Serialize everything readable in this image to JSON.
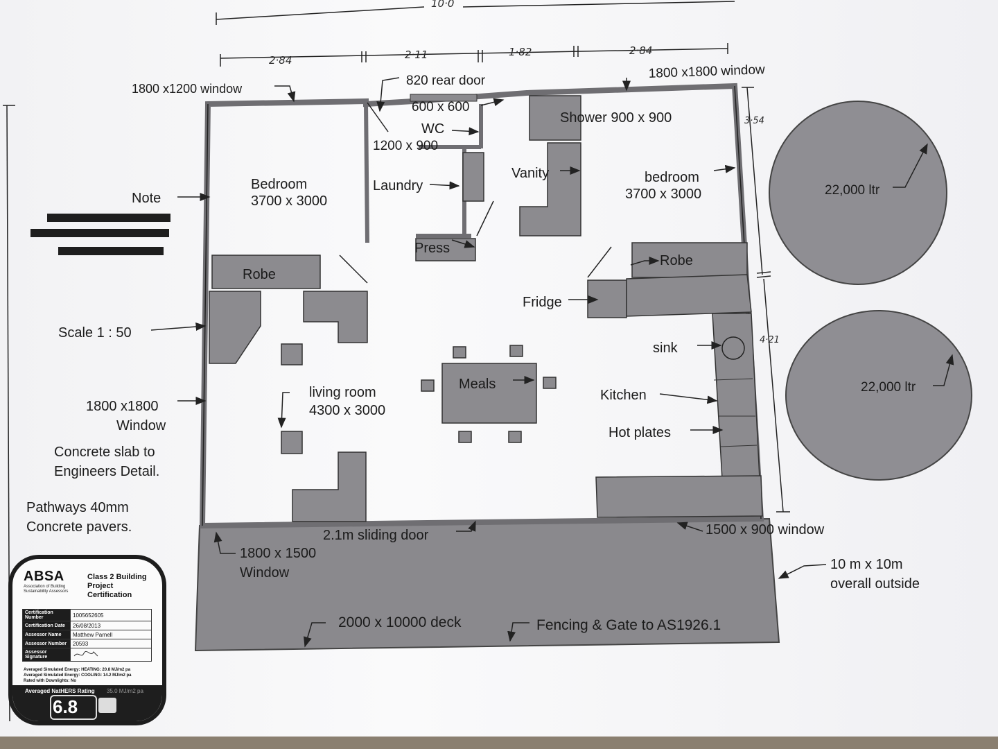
{
  "top_dimension": "10·0",
  "dimensions_top": [
    "2·84",
    "2·11",
    "1·82",
    "2·84"
  ],
  "dimensions_right": [
    "3·54",
    "4·21"
  ],
  "rooms": {
    "bedroom1": {
      "name": "Bedroom",
      "size": "3700 x 3000"
    },
    "bedroom2": {
      "name": "bedroom",
      "size": "3700 x 3000"
    },
    "living": {
      "name": "living room",
      "size": "4300 x 3000"
    },
    "laundry": "Laundry",
    "wc": "WC",
    "vanity": "Vanity",
    "shower": "Shower 900 x 900",
    "press": "Press",
    "robe1": "Robe",
    "robe2": "Robe",
    "fridge": "Fridge",
    "meals": "Meals",
    "sink": "sink",
    "kitchen": "Kitchen",
    "hot_plates": "Hot plates"
  },
  "callouts": {
    "window_top_left": "1800 x1200 window",
    "rear_door": "820 rear door",
    "wc_size": "600 x 600",
    "laundry_door": "1200 x 900",
    "window_top_right": "1800 x1800 window",
    "note": "Note",
    "scale": "Scale 1 : 50",
    "window_left": [
      "1800 x1800",
      "Window"
    ],
    "sliding_door": "2.1m sliding door",
    "window_bottom_left": [
      "1800 x 1500",
      "Window"
    ],
    "window_bottom_right": "1500 x 900 window",
    "deck": "2000 x 10000 deck",
    "fencing": "Fencing & Gate to AS1926.1",
    "overall": [
      "10 m x 10m",
      "overall outside"
    ]
  },
  "notes": {
    "concrete": [
      "Concrete slab to",
      "Engineers Detail."
    ],
    "pathways": [
      "Pathways 40mm",
      "Concrete pavers."
    ]
  },
  "tanks": [
    "22,000 ltr",
    "22,000 ltr"
  ],
  "certificate": {
    "logo": "ABSA",
    "logo_sub": "Association of Building Sustainability Assessors",
    "title": [
      "Class 2 Building",
      "Project",
      "Certification"
    ],
    "rows": [
      {
        "k": "Certification Number",
        "v": "1005652605"
      },
      {
        "k": "Certification Date",
        "v": "26/08/2013"
      },
      {
        "k": "Assessor Name",
        "v": "Matthew Parnell"
      },
      {
        "k": "Assessor Number",
        "v": "20593"
      },
      {
        "k": "Assessor Signature",
        "v": ""
      }
    ],
    "energy": [
      "Averaged Simulated Energy: HEATING:  20.8 MJ/m2 pa",
      "Averaged Simulated Energy: COOLING:  14.2 MJ/m2 pa",
      "Rated with Downlights: No"
    ],
    "rating_label": "Averaged NatHERS Rating",
    "rating_mj": "35.0 MJ/m2 pa",
    "rating": "6.8"
  },
  "colors": {
    "fixture_fill": "#8c8b8f",
    "wall": "#6f6e72",
    "tank_fill": "#8f8e93",
    "deck_fill": "#8a898d"
  }
}
